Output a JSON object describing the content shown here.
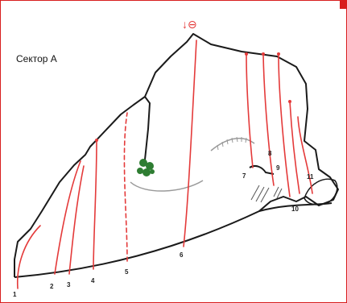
{
  "sector": {
    "title": "Сектор А"
  },
  "descent_symbol": "↓⊖",
  "routes": [
    {
      "number": "1"
    },
    {
      "number": "2"
    },
    {
      "number": "3"
    },
    {
      "number": "4"
    },
    {
      "number": "5"
    },
    {
      "number": "6"
    },
    {
      "number": "7"
    },
    {
      "number": "8"
    },
    {
      "number": "9"
    },
    {
      "number": "10"
    },
    {
      "number": "11"
    }
  ],
  "colors": {
    "route": "#e43a3a",
    "rock_outline": "#1a1a1a",
    "feature": "#9a9a9a",
    "vegetation": "#2e7d32",
    "frame": "#d81e1e"
  }
}
